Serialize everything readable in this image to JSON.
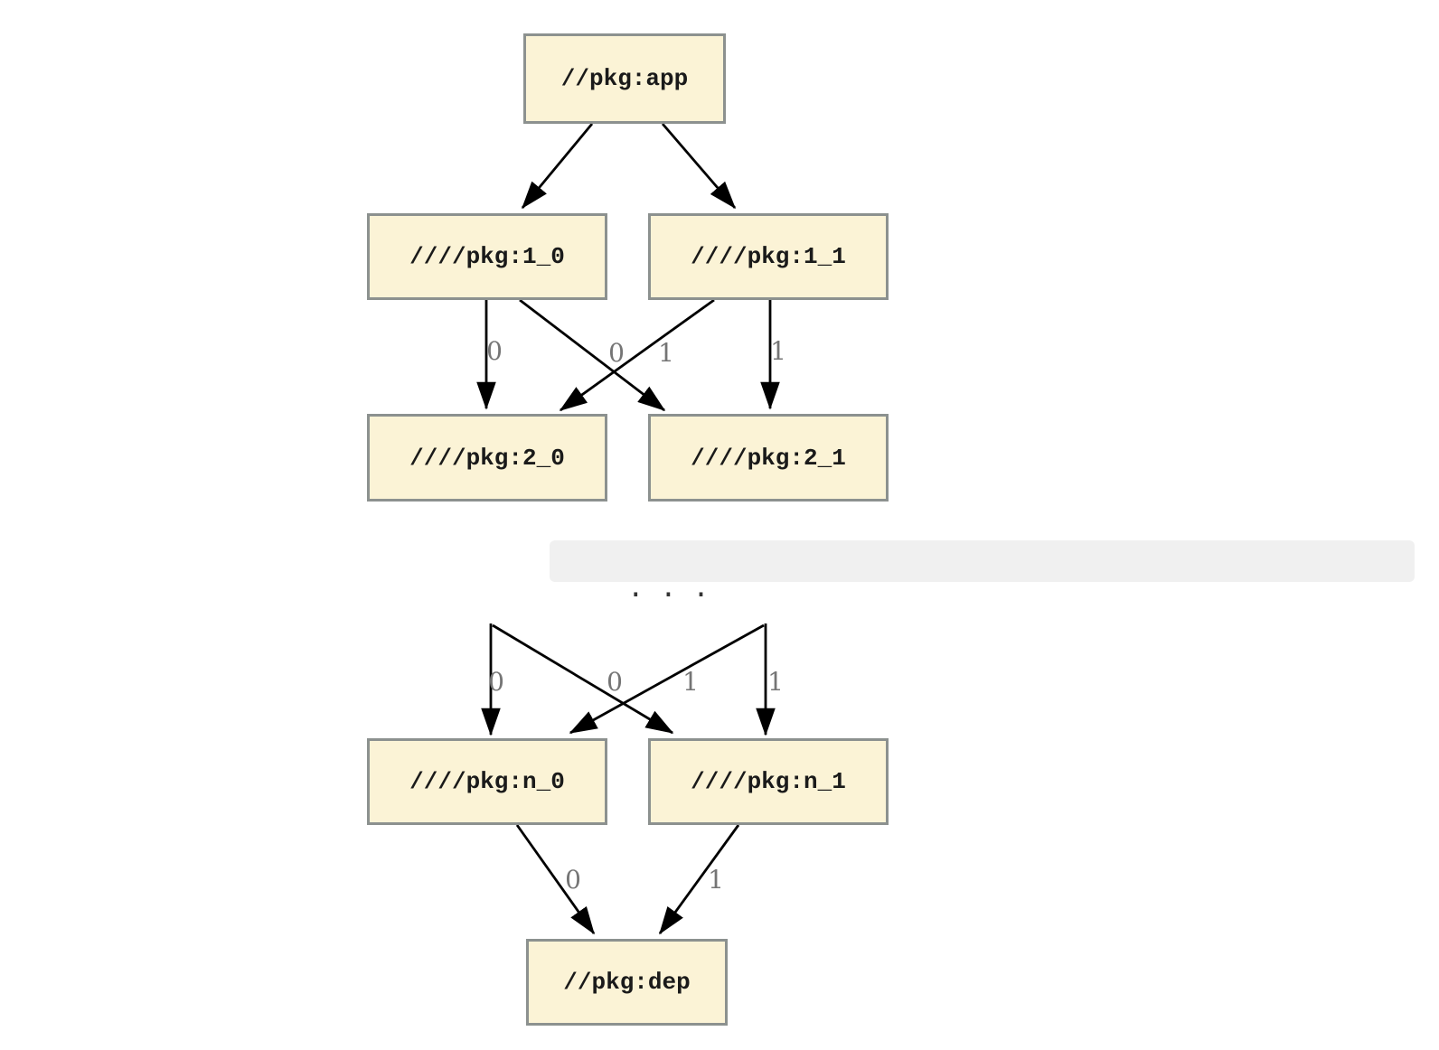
{
  "graph": {
    "nodes": {
      "app": {
        "label": "//pkg:app"
      },
      "l1_0": {
        "label": "////pkg:1_0"
      },
      "l1_1": {
        "label": "////pkg:1_1"
      },
      "l2_0": {
        "label": "////pkg:2_0"
      },
      "l2_1": {
        "label": "////pkg:2_1"
      },
      "n_0": {
        "label": "////pkg:n_0"
      },
      "n_1": {
        "label": "////pkg:n_1"
      },
      "dep": {
        "label": "//pkg:dep"
      }
    },
    "edges": [
      {
        "from": "app",
        "to": "l1_0",
        "label": ""
      },
      {
        "from": "app",
        "to": "l1_1",
        "label": ""
      },
      {
        "from": "l1_0",
        "to": "l2_0",
        "label": "0"
      },
      {
        "from": "l1_0",
        "to": "l2_1",
        "label": "1"
      },
      {
        "from": "l1_1",
        "to": "l2_0",
        "label": "0"
      },
      {
        "from": "l1_1",
        "to": "l2_1",
        "label": "1"
      },
      {
        "from": "hidden-left",
        "to": "n_0",
        "label": "0"
      },
      {
        "from": "hidden-left",
        "to": "n_1",
        "label": "1"
      },
      {
        "from": "hidden-right",
        "to": "n_0",
        "label": "0"
      },
      {
        "from": "hidden-right",
        "to": "n_1",
        "label": "1"
      },
      {
        "from": "n_0",
        "to": "dep",
        "label": "0"
      },
      {
        "from": "n_1",
        "to": "dep",
        "label": "1"
      }
    ],
    "ellipsis": ". . ."
  },
  "colors": {
    "node_fill": "#FBF3D6",
    "node_border": "#8C918F",
    "edge": "#000000",
    "edge_label": "#757575",
    "ellipsis_bg": "#F0F0F0",
    "background": "#FFFFFF"
  }
}
